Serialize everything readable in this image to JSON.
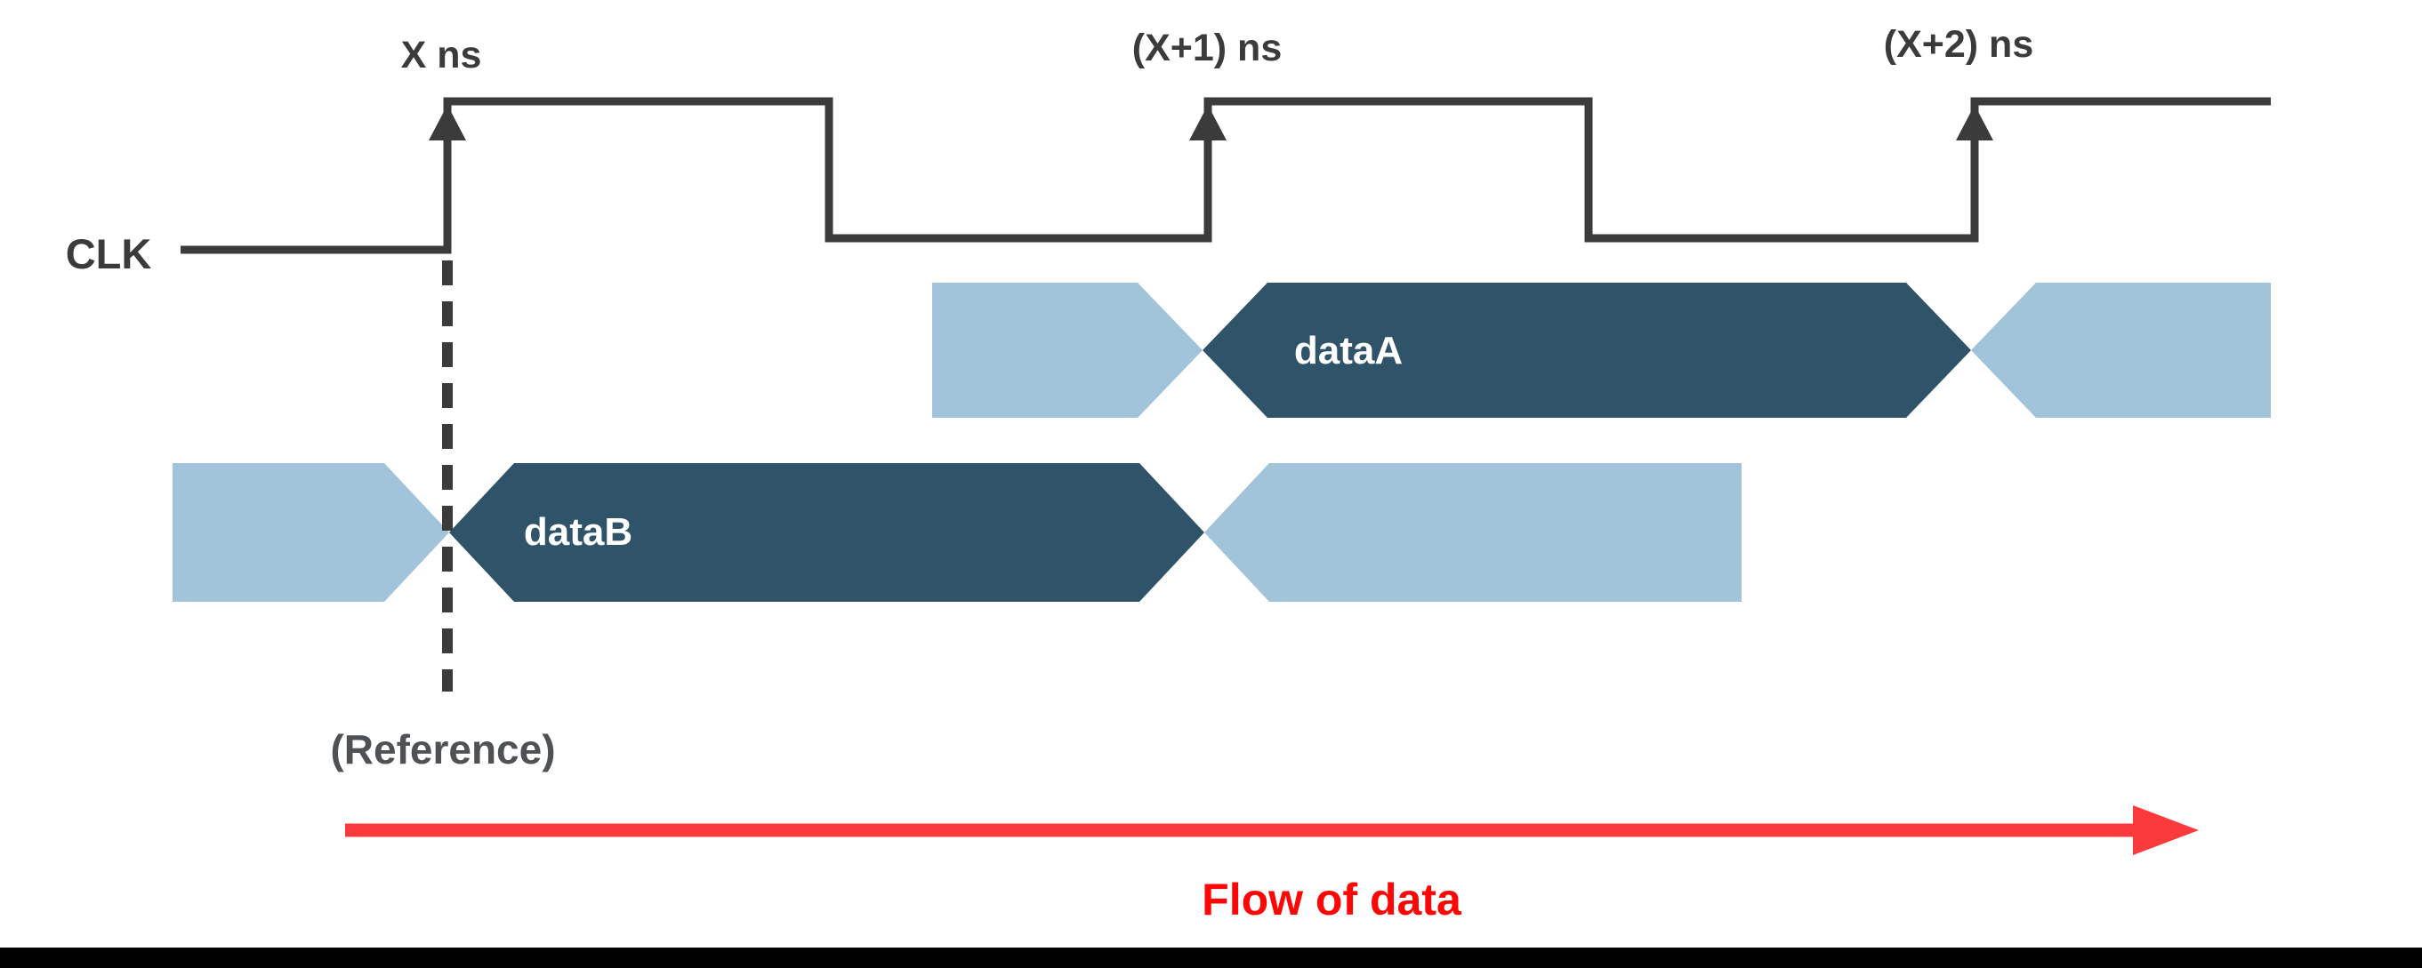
{
  "diagram": {
    "title_semantics": "Clock timing diagram with data buses",
    "clock": {
      "label": "CLK",
      "edge_labels": [
        {
          "text": "X ns"
        },
        {
          "text": "(X+1) ns"
        },
        {
          "text": "(X+2) ns"
        }
      ]
    },
    "signals": [
      {
        "label": "dataA"
      },
      {
        "label": "dataB"
      }
    ],
    "reference_label": "(Reference)",
    "flow_label": "Flow of data",
    "colors": {
      "clock_line": "#3b3b3b",
      "data_valid_fill": "#2f5368",
      "data_unknown_fill": "#a2c4db",
      "signal_text": "#ffffff",
      "label_text": "#3b3b3b",
      "reference_text": "#4e5254",
      "flow_arrow_red": "#fb3b3b",
      "flow_text_red": "#fe0606",
      "bottom_bar": "#000000"
    }
  }
}
